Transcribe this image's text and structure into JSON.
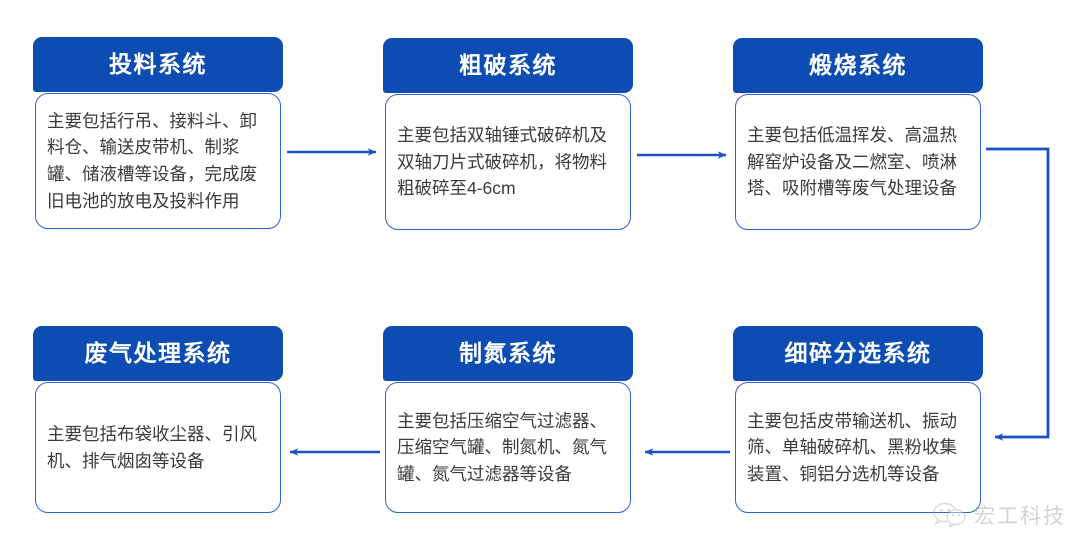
{
  "diagram": {
    "type": "process-flow",
    "title": "",
    "colors": {
      "header_blue": "#0D4DB3",
      "border_blue": "#2F64CE",
      "connector_blue": "#1A52C4",
      "body_text": "#3B3B3B",
      "header_text": "#FFFFFF",
      "background": "#FFFFFF"
    },
    "nodes": [
      {
        "id": "feeding",
        "title": "投料系统",
        "desc": "主要包括行吊、接料斗、卸料仓、输送皮带机、制浆罐、储液槽等设备，完成废旧电池的放电及投料作用"
      },
      {
        "id": "coarse-crushing",
        "title": "粗破系统",
        "desc": "主要包括双轴锤式破碎机及双轴刀片式破碎机，将物料粗破碎至4-6cm"
      },
      {
        "id": "calcination",
        "title": "煅烧系统",
        "desc": "主要包括低温挥发、高温热解窑炉设备及二燃室、喷淋塔、吸附槽等废气处理设备"
      },
      {
        "id": "exhaust-gas-treatment",
        "title": "废气处理系统",
        "desc": "主要包括布袋收尘器、引风机、排气烟囱等设备"
      },
      {
        "id": "nitrogen-generation",
        "title": "制氮系统",
        "desc": "主要包括压缩空气过滤器、压缩空气罐、制氮机、氮气罐、氮气过滤器等设备"
      },
      {
        "id": "fine-crushing-sorting",
        "title": "细碎分选系统",
        "desc": "主要包括皮带输送机、振动筛、单轴破碎机、黑粉收集装置、铜铝分选机等设备"
      }
    ],
    "edges": [
      {
        "from": "feeding",
        "to": "coarse-crushing",
        "direction": "right"
      },
      {
        "from": "coarse-crushing",
        "to": "calcination",
        "direction": "right"
      },
      {
        "from": "calcination",
        "to": "fine-crushing-sorting",
        "direction": "right-down-left"
      },
      {
        "from": "fine-crushing-sorting",
        "to": "nitrogen-generation",
        "direction": "left"
      },
      {
        "from": "nitrogen-generation",
        "to": "exhaust-gas-treatment",
        "direction": "left"
      }
    ]
  },
  "watermark": {
    "icon": "wechat-icon",
    "text": "宏工科技"
  }
}
